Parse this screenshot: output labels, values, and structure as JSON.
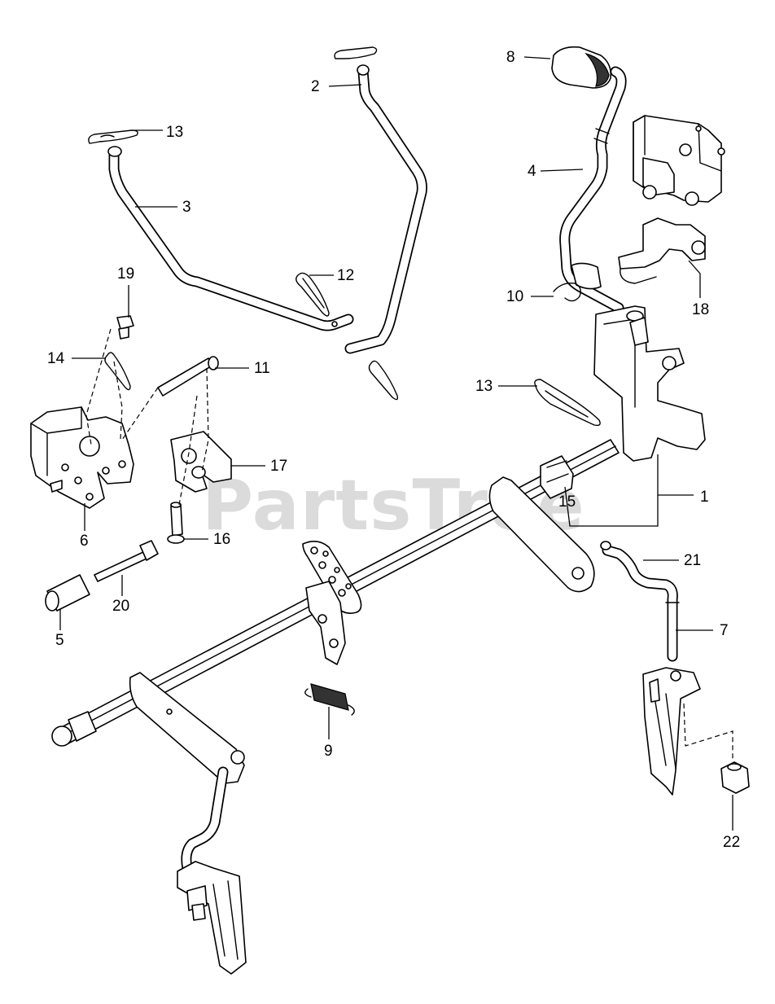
{
  "watermark": "PartsTree",
  "callouts": {
    "c1": "1",
    "c2": "2",
    "c3": "3",
    "c4": "4",
    "c5": "5",
    "c6": "6",
    "c7": "7",
    "c8": "8",
    "c9": "9",
    "c10": "10",
    "c11": "11",
    "c12": "12",
    "c13a": "13",
    "c13b": "13",
    "c14": "14",
    "c15": "15",
    "c16": "16",
    "c17": "17",
    "c18": "18",
    "c19": "19",
    "c20": "20",
    "c21": "21",
    "c22": "22"
  },
  "colors": {
    "line": "#000000",
    "background": "#ffffff",
    "watermark": "#c8c8c8"
  }
}
